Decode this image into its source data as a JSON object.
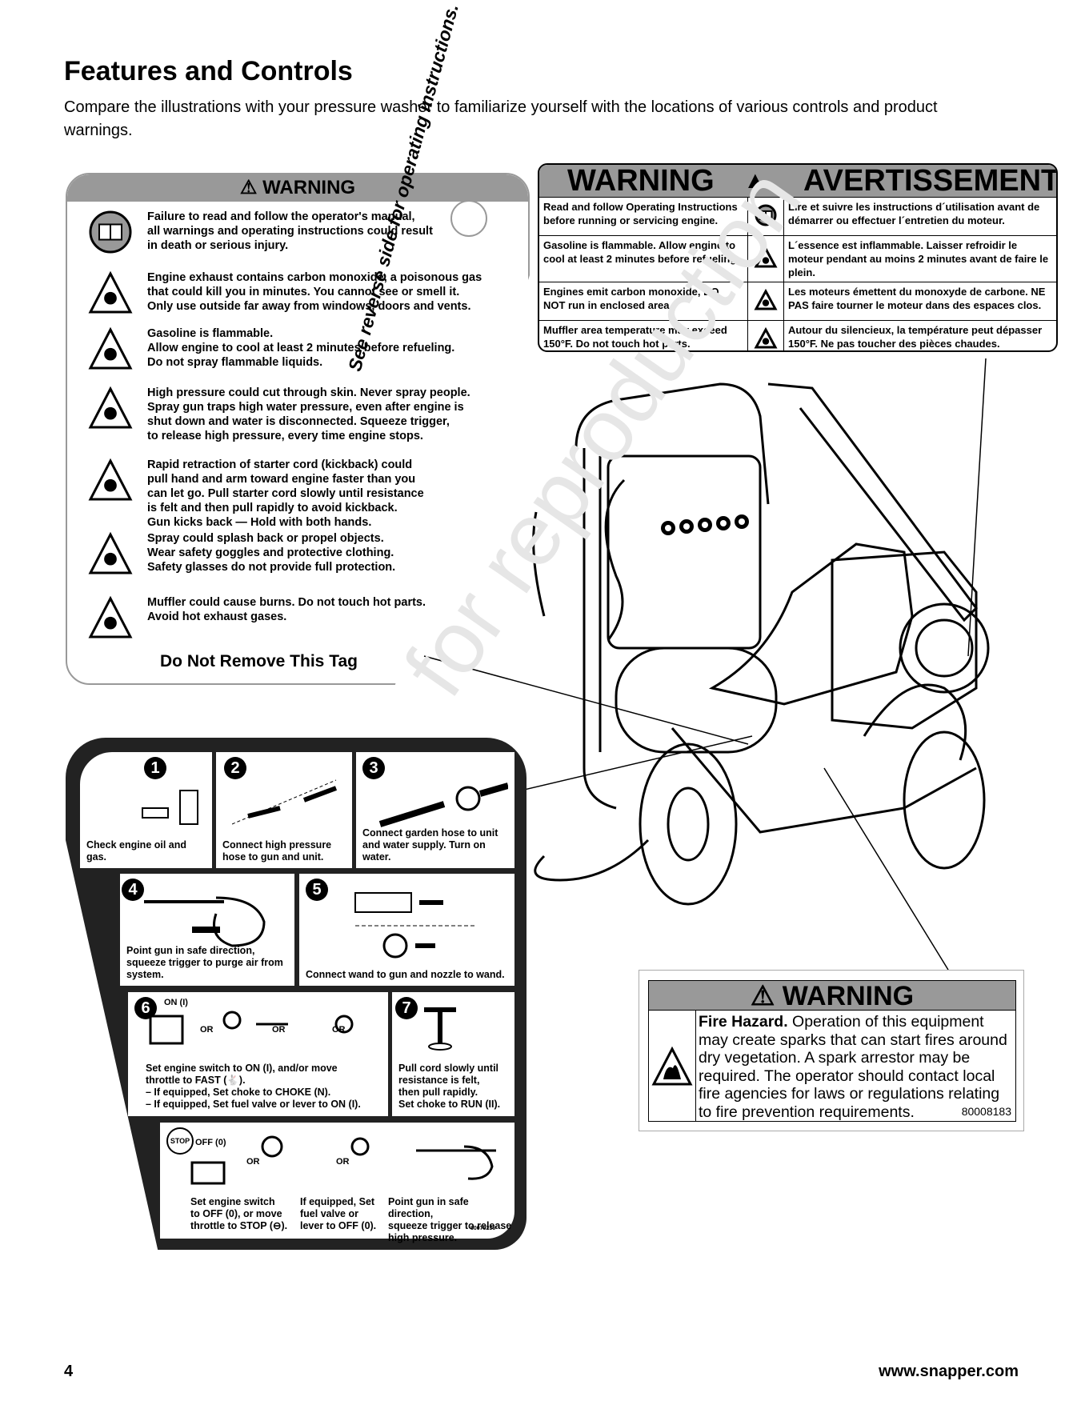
{
  "title": "Features and Controls",
  "intro": "Compare the illustrations with your pressure washer to familiarize yourself with the locations of various controls and product warnings.",
  "tag": {
    "header": "WARNING",
    "side_text": "See reverse side for operating instructions.",
    "items": [
      {
        "icon": "manual-book-icon",
        "lines": [
          "Failure to read and follow the operator's manual,",
          "all warnings and operating instructions could result",
          "in death or serious injury."
        ]
      },
      {
        "icon": "carbon-monoxide-icon",
        "lines": [
          "Engine exhaust contains carbon monoxide, a poisonous gas",
          "that could kill you in minutes. You cannot see or smell it.",
          "Only use outside far away from windows, doors and vents."
        ]
      },
      {
        "icon": "fire-icon",
        "lines": [
          "Gasoline is flammable.",
          "Allow engine to cool at least 2 minutes before refueling.",
          "Do not spray flammable liquids."
        ]
      },
      {
        "icon": "high-pressure-spray-icon",
        "lines": [
          "High pressure could cut through skin. Never spray people.",
          "Spray gun traps high water pressure, even after engine is",
          "shut down and water is disconnected. Squeeze trigger,",
          "to release high pressure, every time engine stops."
        ]
      },
      {
        "icon": "kickback-icon",
        "lines": [
          "Rapid retraction of starter cord (kickback) could",
          "pull hand and arm toward engine faster than you",
          "can let go. Pull starter cord slowly until resistance",
          "is felt and then pull rapidly to avoid kickback.",
          "Gun kicks back — Hold with both hands."
        ]
      },
      {
        "icon": "safety-goggles-icon",
        "lines": [
          "Spray could splash back or propel objects.",
          "Wear safety goggles and protective clothing.",
          "Safety glasses do not provide full protection."
        ]
      },
      {
        "icon": "hot-surface-icon",
        "lines": [
          "Muffler could cause burns. Do not touch hot parts.",
          "Avoid hot exhaust gases."
        ]
      }
    ],
    "footer": "Do Not Remove This Tag"
  },
  "bilingual": {
    "header_en": "WARNING",
    "header_fr": "AVERTISSEMENT",
    "rows": [
      {
        "icon": "manual-book-icon",
        "en": "Read and follow Operating Instructions before running or servicing engine.",
        "fr": "Lire et suivre les instructions d´utilisation avant de démarrer ou effectuer l´entretien du moteur."
      },
      {
        "icon": "fire-icon",
        "en": "Gasoline is flammable. Allow engine to cool at least 2 minutes before refueling.",
        "fr": "L´essence est inflammable. Laisser refroidir le moteur pendant au moins 2 minutes avant de faire le plein."
      },
      {
        "icon": "carbon-monoxide-icon",
        "en": "Engines emit carbon monoxide, DO NOT run in enclosed area.",
        "fr": "Les moteurs émettent du monoxyde de carbone. NE PAS faire tourner le moteur dans des espaces clos."
      },
      {
        "icon": "hot-surface-icon",
        "en": "Muffler area temperature may exceed 150°F. Do not touch hot parts.",
        "fr": "Autour du silencieux, la température peut dépasser 150°F. Ne pas toucher des pièces chaudes."
      }
    ]
  },
  "fire": {
    "header": "WARNING",
    "lead": "Fire Hazard.",
    "body": " Operation of this equipment may create sparks that can start fires around dry vegetation. A spark arrestor may be required. The operator should contact local fire agencies for laws or regulations relating to fire prevention requirements.",
    "code": "80008183"
  },
  "steps": {
    "s1": "Check engine oil and gas.",
    "s2": "Connect high pressure hose to gun and unit.",
    "s3": "Connect garden hose to unit and water supply. Turn on water.",
    "s4": "Point gun in safe direction, squeeze trigger to purge air from system.",
    "s5": "Connect wand to gun and nozzle to wand.",
    "s6_on": "ON (I)",
    "s6": [
      "Set engine switch to ON (I), and/or move",
      "throttle to FAST (🐇).",
      "– If equipped, Set choke to CHOKE (N).",
      "– If equipped, Set fuel valve or lever to ON (I)."
    ],
    "s7": [
      "Pull cord slowly until",
      "resistance is felt,",
      "then pull rapidly.",
      "Set choke to RUN (II)."
    ],
    "or": "OR",
    "stop_off": "OFF (0)",
    "stop_badge": "STOP",
    "stop1": [
      "Set engine switch",
      "to OFF (0), or move",
      "throttle to STOP (⊖)."
    ],
    "stop2": [
      "If equipped, Set",
      "fuel valve or",
      "lever to OFF (0)."
    ],
    "stop3": [
      "Point gun in safe direction,",
      "squeeze trigger to release",
      "high pressure."
    ],
    "stop_code": "80079236"
  },
  "footer": {
    "page": "4",
    "url": "www.snapper.com"
  }
}
